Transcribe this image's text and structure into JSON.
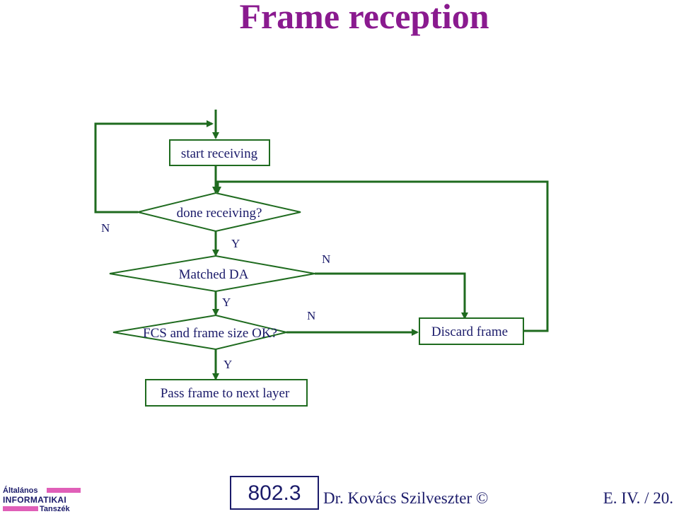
{
  "title": "Frame reception",
  "nodes": {
    "start": "start receiving",
    "done": "done receiving?",
    "matched": "Matched DA",
    "fcs": "FCS and frame size OK?",
    "discard": "Discard frame",
    "pass": "Pass frame to next layer"
  },
  "edge_labels": {
    "done_no": "N",
    "done_yes": "Y",
    "matched_no": "N",
    "matched_yes": "Y",
    "fcs_no": "N",
    "fcs_yes": "Y"
  },
  "footer": {
    "logo_line1": "Általános",
    "logo_line2": "INFORMATIKAI",
    "logo_line3": "Tanszék",
    "course": "802.3",
    "author": "Dr. Kovács Szilveszter ©",
    "page": "E. IV. / 20."
  },
  "colors": {
    "title": "#8a1a8f",
    "arrow": "#1f6b1f",
    "text": "#1b1b6a",
    "logo_accent": "#e05fb8"
  }
}
